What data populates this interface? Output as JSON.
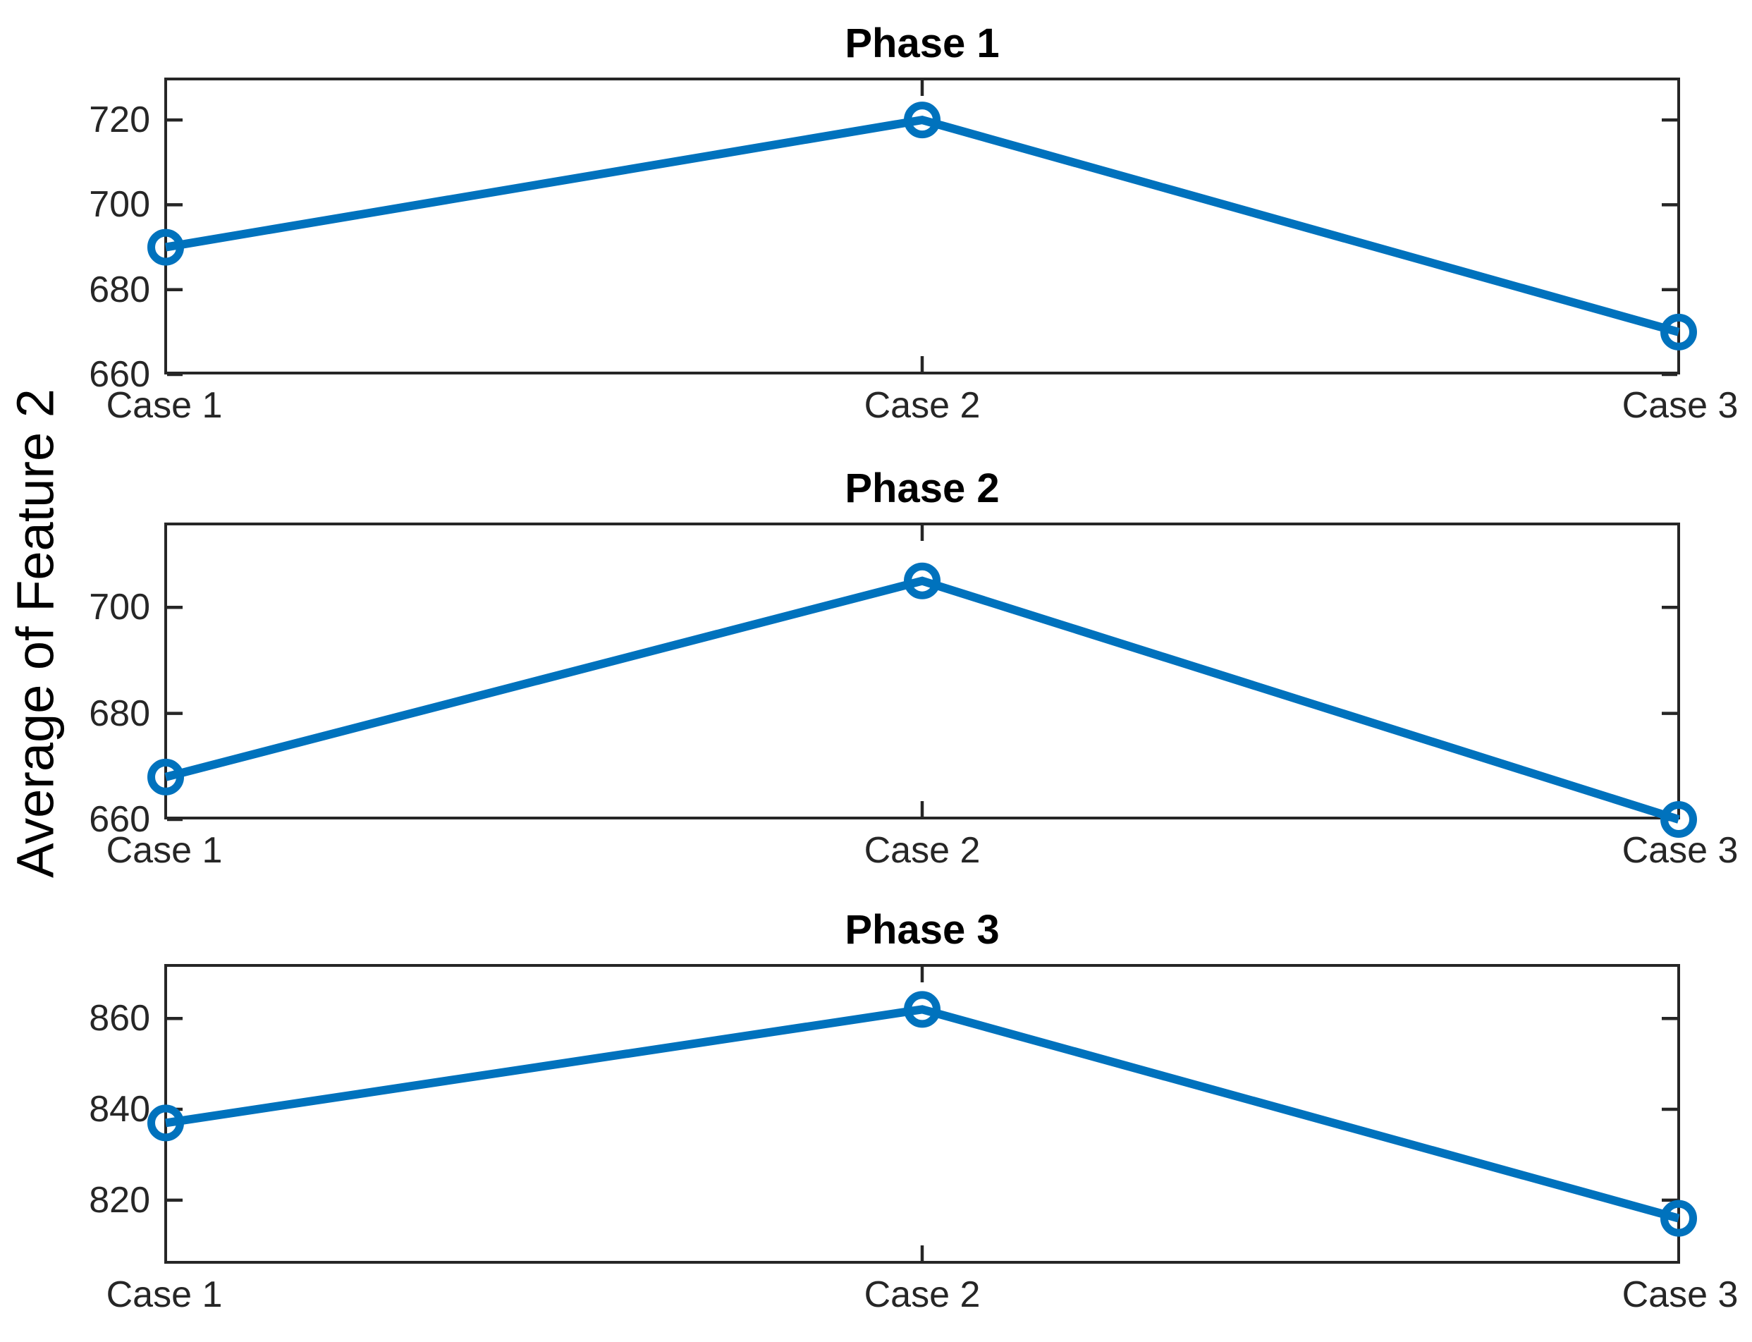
{
  "figure": {
    "ylabel": "Average of Feature 2",
    "background_color": "#ffffff",
    "axis_color": "#262626",
    "line_color": "#0072BD",
    "title_color": "#000000"
  },
  "chart_data": [
    {
      "type": "line",
      "title": "Phase 1",
      "categories": [
        "Case 1",
        "Case 2",
        "Case 3"
      ],
      "values": [
        690,
        720,
        670
      ],
      "yticks": [
        660,
        680,
        700,
        720
      ],
      "ylim": [
        660,
        730
      ],
      "marker": "circle-hollow",
      "grid": "off",
      "legend": "none"
    },
    {
      "type": "line",
      "title": "Phase 2",
      "categories": [
        "Case 1",
        "Case 2",
        "Case 3"
      ],
      "values": [
        668,
        705,
        660
      ],
      "yticks": [
        660,
        680,
        700
      ],
      "ylim": [
        660,
        716
      ],
      "marker": "circle-hollow",
      "grid": "off",
      "legend": "none"
    },
    {
      "type": "line",
      "title": "Phase 3",
      "categories": [
        "Case 1",
        "Case 2",
        "Case 3"
      ],
      "values": [
        837,
        862,
        816
      ],
      "yticks": [
        820,
        840,
        860
      ],
      "ylim": [
        806,
        872
      ],
      "marker": "circle-hollow",
      "grid": "off",
      "legend": "none"
    }
  ]
}
